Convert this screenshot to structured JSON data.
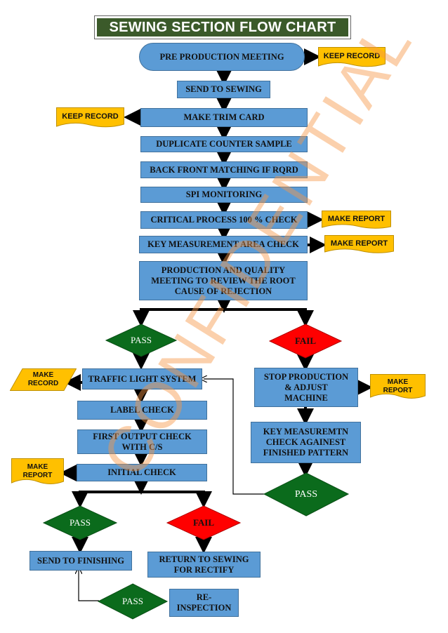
{
  "title": "SEWING SECTION FLOW CHART",
  "watermark": "CONFIDENTIAL",
  "colors": {
    "process_box": "#5b9bd5",
    "title_bg": "#3b5a2a",
    "pass_diamond": "#0b6b1c",
    "fail_diamond": "#ff0000",
    "document_note": "#ffc000",
    "watermark": "#f79646"
  },
  "main_flow": {
    "pre_production_meeting": "PRE PRODUCTION MEETING",
    "send_to_sewing": "SEND TO SEWING",
    "make_trim_card": "MAKE TRIM CARD",
    "duplicate_counter_sample": "DUPLICATE COUNTER SAMPLE",
    "back_front_matching": "BACK FRONT MATCHING IF RQRD",
    "spi_monitoring": "SPI MONITORING",
    "critical_process_check": "CRITICAL PROCESS 100 % CHECK",
    "key_measurement_area_check": "KEY MEASUREMENT AREA CHECK",
    "production_quality_meeting": [
      "PRODUCTION AND QUALITY",
      "MEETING TO REVIEW THE ROOT",
      "CAUSE OF REJECTION"
    ]
  },
  "notes": {
    "keep_record_1": "KEEP RECORD",
    "keep_record_2": "KEEP RECORD",
    "make_report_1": "MAKE REPORT",
    "make_report_2": "MAKE REPORT",
    "make_record": [
      "MAKE",
      "RECORD"
    ],
    "make_report_3": [
      "MAKE",
      "REPORT"
    ],
    "make_report_4": [
      "MAKE",
      "REPORT"
    ]
  },
  "decisions": {
    "pass_1": "PASS",
    "fail_1": "FAIL",
    "pass_2": "PASS",
    "pass_3": "PASS",
    "fail_2": "FAIL",
    "pass_4": "PASS"
  },
  "pass_branch": {
    "traffic_light_system": "TRAFFIC LIGHT SYSTEM",
    "label_check": "LABEL CHECK",
    "first_output_check": [
      "FIRST OUTPUT CHECK",
      "WITH C/S"
    ],
    "initial_check": "INITIAL CHECK",
    "send_to_finishing": "SEND TO FINISHING",
    "return_to_sewing": [
      "RETURN TO SEWING",
      "FOR RECTIFY"
    ],
    "re_inspection": [
      "RE-",
      "INSPECTION"
    ]
  },
  "fail_branch": {
    "stop_production": [
      "STOP PRODUCTION",
      "& ADJUST",
      "MACHINE"
    ],
    "key_measurement_check": [
      "KEY MEASUREMTN",
      "CHECK AGAINEST",
      "FINISHED PATTERN"
    ]
  }
}
